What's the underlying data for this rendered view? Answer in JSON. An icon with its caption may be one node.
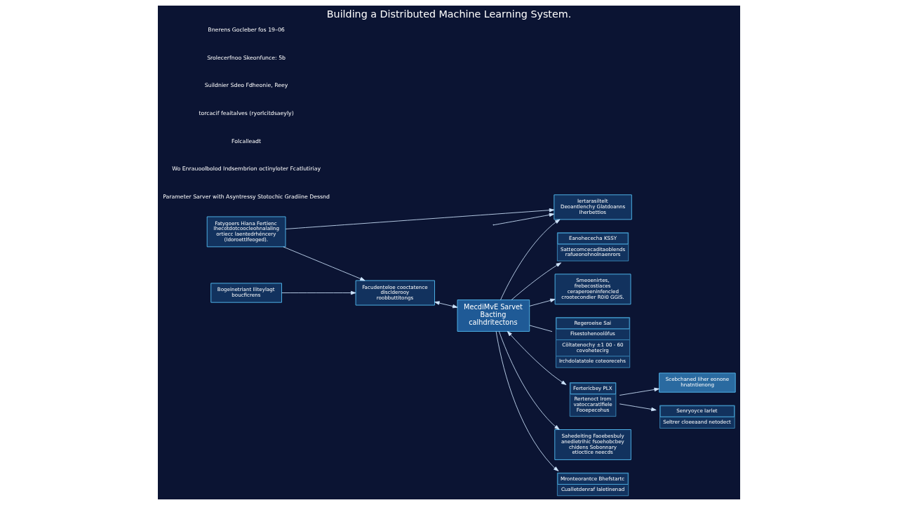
{
  "diagram": {
    "title": "Building a Distributed Machine Learning System.",
    "nodes": [
      {
        "text": [
          "MecdiMvE Sarvet Bacting calhdritectons"
        ]
      },
      {
        "text": [
          "Iertarasiltelt Deoantlenchy Glatdoanns Iherbettios"
        ]
      },
      {
        "text": [
          "Fatygoers Hiana Fertienc Ihecotdotcoocleohnalaling ortiecc laentedrhéncery (Idoroettlfeoged)."
        ]
      },
      {
        "text": [
          "Facudenteloe cooctatence disclderooy roobbuttitongs"
        ]
      },
      {
        "text": [
          "Bogeinetriant Iliteylagt boucficrens"
        ]
      },
      {
        "text": [
          "Eanohececha KSSY",
          "Sattecomcecaditaoblends rafueonohnolnaenrors"
        ]
      },
      {
        "text": [
          "Smeoenirtes, frebecostiaces ceraperoeninfencled crootecondier R0i0 GGiS."
        ]
      },
      {
        "text": [
          "Regeroeise Sai",
          "Fisestohenoolöfus",
          "Cöltatenochy ±1 00 - 60 covohetecirg",
          "Irchdolatatole coteorecehs"
        ]
      },
      {
        "text": [
          "Fertericbey PLX",
          "Rertenoct Irom vatoccaratlfiele Fooepecohus"
        ]
      },
      {
        "text": [
          "Scebchaned Iiher eonone hnatntienong"
        ]
      },
      {
        "text": [
          "Senryoyce Iarlet",
          "Seltrer cloeeaand netodect"
        ]
      },
      {
        "text": [
          "Sahedeiting Faoebesbuly anedietrihic fsoehobcbey chidens Sobonnary etioctice neecds"
        ]
      },
      {
        "text": [
          "Mronteorantce Bhefstartc",
          "Cualletdenraf Ialetinenad"
        ]
      }
    ],
    "edges": [
      {
        "from": null,
        "to": 1,
        "arrow": "to"
      },
      {
        "from": 2,
        "to": 1,
        "arrow": "to"
      },
      {
        "from": 2,
        "to": 3,
        "arrow": "to"
      },
      {
        "from": 4,
        "to": 3,
        "arrow": "to"
      },
      {
        "from": 0,
        "to": 1,
        "arrow": "to"
      },
      {
        "from": 3,
        "to": 0,
        "arrow": "both"
      },
      {
        "from": 0,
        "to": 6,
        "arrow": "to"
      },
      {
        "from": 0,
        "to": 7,
        "arrow": "none"
      },
      {
        "from": 0,
        "to": 8,
        "arrow": "both"
      },
      {
        "from": 8,
        "to": 9,
        "arrow": "to"
      },
      {
        "from": 8,
        "to": 10,
        "arrow": "to"
      },
      {
        "from": 0,
        "to": 11,
        "arrow": "to"
      },
      {
        "from": 0,
        "to": 12,
        "arrow": "to"
      },
      {
        "from": 0,
        "to": 5,
        "arrow": "to"
      }
    ],
    "labels": [
      "Parameter Sarver with Asyntressy Stotochic Gradiine Dessnd",
      "Wo Enrauoolbolod Indsembrion octinyloter Fcatlutiriay",
      "Folcalleadt",
      "torcacif feaitalves (ryorlcitdsaeyly)",
      "Suildnier Sdeo Fdheonie, Reey",
      "Srolecerfnoo Skeonfunce: 5b",
      "Bnerens Gocleber fos 19–06"
    ]
  }
}
